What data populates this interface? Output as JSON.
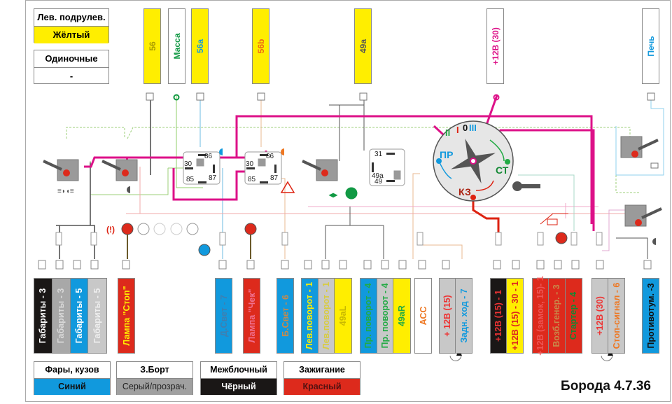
{
  "title_legend": {
    "side": {
      "header": "Лев. подрулев.",
      "value": "Жёлтый",
      "value_color": "#ffee00"
    },
    "type": {
      "header": "Одиночные",
      "value": "-"
    }
  },
  "top_terminals": [
    {
      "id": "t56",
      "label": "56",
      "bg": "#ffee00",
      "fg": "#a89a00"
    },
    {
      "id": "mass",
      "label": "Масса",
      "bg": "#ffffff",
      "fg": "#119944"
    },
    {
      "id": "t56a",
      "label": "56a",
      "bg": "#ffee00",
      "fg": "#1199dd"
    },
    {
      "id": "t56b",
      "label": "56b",
      "bg": "#ffee00",
      "fg": "#ee6611"
    },
    {
      "id": "t49a",
      "label": "49a",
      "bg": "#ffee00",
      "fg": "#555555"
    },
    {
      "id": "t30",
      "label": "+12В (30)",
      "bg": "#ffffff",
      "fg": "#dd1188"
    },
    {
      "id": "heater",
      "label": "Печь",
      "bg": "#ffffff",
      "fg": "#1199dd"
    }
  ],
  "ignition": {
    "positions": [
      "II",
      "I",
      "0",
      "III"
    ],
    "labels": {
      "pr": "ПР",
      "st": "СТ",
      "kz": "КЗ"
    }
  },
  "relays": [
    {
      "name": "headlight-relay",
      "pins": [
        "86",
        "30",
        "85",
        "87"
      ]
    },
    {
      "name": "fog-relay",
      "pins": [
        "86",
        "30",
        "85",
        "87"
      ]
    },
    {
      "name": "turn-relay",
      "pins": [
        "31",
        "49a",
        "49"
      ]
    }
  ],
  "bottom_connectors": [
    {
      "id": "c1",
      "cells": [
        {
          "label": "Габариты - 3",
          "bg": "#1a1716",
          "fg": "#ffffff"
        },
        {
          "label": "Габариты - 3",
          "bg": "#a8a8a8",
          "fg": "#cfcfcf"
        },
        {
          "label": "Габариты - 5",
          "bg": "#1199dd",
          "fg": "#ffffff"
        },
        {
          "label": "Габариты - 5",
          "bg": "#c8c8c8",
          "fg": "#e6e6e6"
        }
      ]
    },
    {
      "id": "c2",
      "cells": [
        {
          "label": "Лампа \"Стоп\"",
          "bg": "#dd2a1c",
          "fg": "#ffee00"
        }
      ]
    },
    {
      "id": "c3",
      "cells": [
        {
          "label": "Д.Свет - 7",
          "bg": "#1199dd",
          "fg": "#3f8cbf"
        }
      ]
    },
    {
      "id": "c4",
      "cells": [
        {
          "label": "Лампа \"Чек\"",
          "bg": "#dd2a1c",
          "fg": "#f07090"
        }
      ]
    },
    {
      "id": "c5",
      "cells": [
        {
          "label": "Б.Свет - 6",
          "bg": "#1199dd",
          "fg": "#c88a4a"
        }
      ]
    },
    {
      "id": "c6",
      "cells": [
        {
          "label": "Лев.поворот - 1",
          "bg": "#1199dd",
          "fg": "#ffee00"
        },
        {
          "label": "Лев.поворот - 1",
          "bg": "#c8c8c8",
          "fg": "#ddd040"
        },
        {
          "label": "49aL",
          "bg": "#ffee00",
          "fg": "#d0c000"
        }
      ]
    },
    {
      "id": "c7",
      "cells": [
        {
          "label": "Пр. поворот - 4",
          "bg": "#1199dd",
          "fg": "#22aa44"
        },
        {
          "label": "Пр. поворот - 4",
          "bg": "#c8c8c8",
          "fg": "#22aa44"
        },
        {
          "label": "49aR",
          "bg": "#ffee00",
          "fg": "#22aa44"
        }
      ]
    },
    {
      "id": "c8",
      "cells": [
        {
          "label": "АСС",
          "bg": "#ffffff",
          "fg": "#ee7722"
        }
      ]
    },
    {
      "id": "c9",
      "cells": [
        {
          "label": "+ 12В (15)",
          "bg": "#c8c8c8",
          "fg": "#ee3333"
        },
        {
          "label": "Задн. ход - 7",
          "bg": "#c8c8c8",
          "fg": "#1199dd"
        }
      ]
    },
    {
      "id": "c10",
      "cells": [
        {
          "label": "+12В (15) - 1",
          "bg": "#1a1716",
          "fg": "#ee3333"
        },
        {
          "label": "+12В (15) - 30 - 1",
          "bg": "#ffee00",
          "fg": "#dd2222"
        }
      ]
    },
    {
      "id": "c11",
      "cells": [
        {
          "label": "+12В (замок, 15)- 1",
          "bg": "#dd2a1c",
          "fg": "#ee5555"
        },
        {
          "label": "Возб.генер. - 3",
          "bg": "#dd2a1c",
          "fg": "#c88a4a"
        },
        {
          "label": "Стартер - 4",
          "bg": "#dd2a1c",
          "fg": "#118833"
        }
      ]
    },
    {
      "id": "c12",
      "cells": [
        {
          "label": "+12В (30)",
          "bg": "#c8c8c8",
          "fg": "#ee3333"
        },
        {
          "label": "Стоп-сигнал - 6",
          "bg": "#c8c8c8",
          "fg": "#ee7722"
        }
      ]
    },
    {
      "id": "c13",
      "cells": [
        {
          "label": "Противотум. -3",
          "bg": "#1199dd",
          "fg": "#111111"
        }
      ]
    }
  ],
  "color_legend": [
    {
      "header": "Фары, кузов",
      "value": "Синий",
      "bg": "#1199dd",
      "fg": "#111111"
    },
    {
      "header": "З.Борт",
      "value": "Серый/прозрач.",
      "bg": "#a0a0a0",
      "fg": "#222222"
    },
    {
      "header": "Межблочный",
      "value": "Чёрный",
      "bg": "#1a1716",
      "fg": "#ffffff"
    },
    {
      "header": "Зажигание",
      "value": "Красный",
      "bg": "#dd2a1c",
      "fg": "#551111"
    }
  ],
  "signature": "Борода 4.7.36",
  "colors": {
    "power_wire": "#dd1188",
    "ignition_wire": "#dd2211",
    "ground_wire": "#666666"
  }
}
